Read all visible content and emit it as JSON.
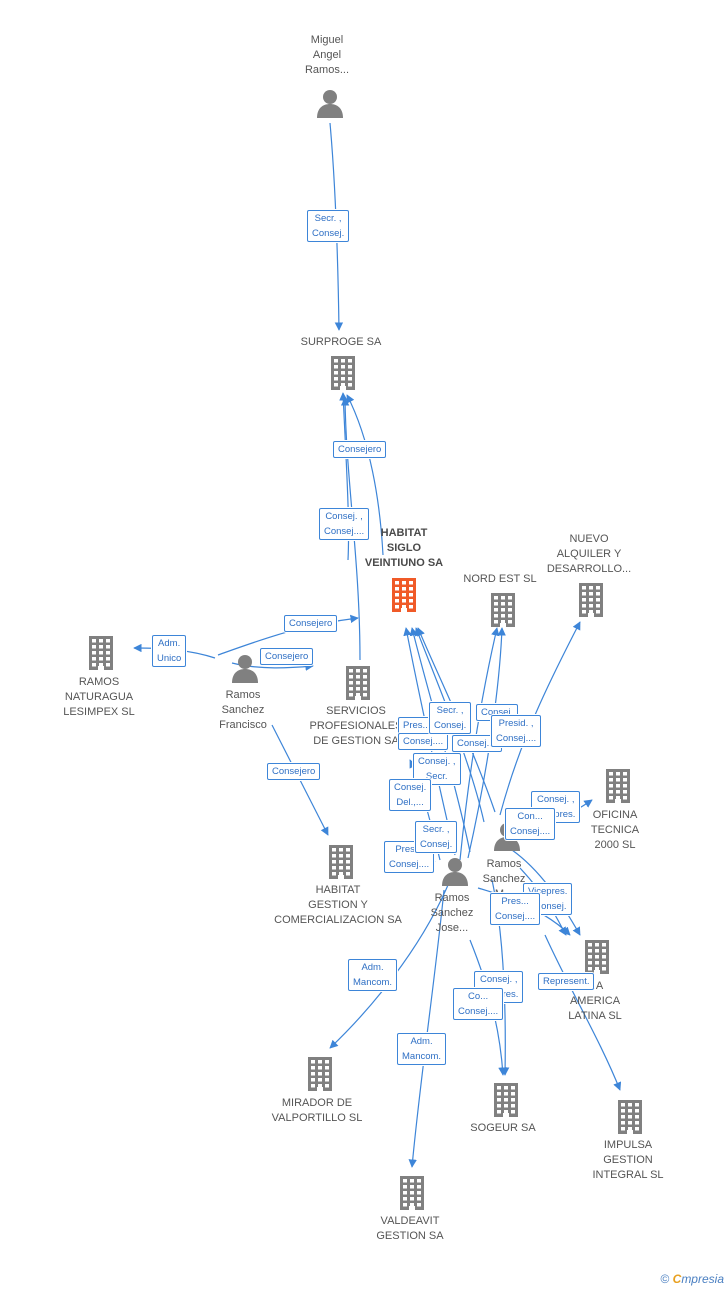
{
  "colors": {
    "edge": "#3d85d8",
    "node_gray": "#808080",
    "node_highlight": "#f05a28"
  },
  "nodes": [
    {
      "id": "miguel",
      "name": "Miguel\nAngel\nRamos...",
      "kind": "person-icon",
      "highlight": false
    },
    {
      "id": "surproge",
      "name": "SURPROGE SA",
      "kind": "building-icon",
      "highlight": false
    },
    {
      "id": "habitat_siglo",
      "name": "HABITAT\nSIGLO\nVEINTIUNO SA",
      "kind": "building-icon",
      "highlight": true
    },
    {
      "id": "nord_est",
      "name": "NORD EST SL",
      "kind": "building-icon",
      "highlight": false
    },
    {
      "id": "nuevo_alquiler",
      "name": "NUEVO\nALQUILER Y\nDESARROLLO...",
      "kind": "building-icon",
      "highlight": false
    },
    {
      "id": "ramos_naturagua",
      "name": "RAMOS\nNATURAGUA\nLESIMPEX SL",
      "kind": "building-icon",
      "highlight": false
    },
    {
      "id": "ramos_francisco",
      "name": "Ramos\nSanchez\nFrancisco",
      "kind": "person-icon",
      "highlight": false
    },
    {
      "id": "servicios_prof",
      "name": "SERVICIOS\nPROFESIONALES\nDE GESTION SA",
      "kind": "building-icon",
      "highlight": false
    },
    {
      "id": "oficina_tecnica",
      "name": "OFICINA\nTECNICA\n2000 SL",
      "kind": "building-icon",
      "highlight": false
    },
    {
      "id": "habitat_gestion",
      "name": "HABITAT\nGESTION Y\nCOMERCIALIZACION SA",
      "kind": "building-icon",
      "highlight": false
    },
    {
      "id": "ramos_m",
      "name": "Ramos\nSanchez\nM...",
      "kind": "person-icon",
      "highlight": false
    },
    {
      "id": "ramos_jose",
      "name": "Ramos\nSanchez\nJose...",
      "kind": "person-icon",
      "highlight": false
    },
    {
      "id": "america_latina",
      "name": "...A\nAMERICA\nLATINA  SL",
      "kind": "building-icon",
      "highlight": false
    },
    {
      "id": "mirador",
      "name": "MIRADOR DE\nVALPORTILLO SL",
      "kind": "building-icon",
      "highlight": false
    },
    {
      "id": "sogeur",
      "name": "SOGEUR SA",
      "kind": "building-icon",
      "highlight": false
    },
    {
      "id": "impulsa",
      "name": "IMPULSA\nGESTION\nINTEGRAL SL",
      "kind": "building-icon",
      "highlight": false
    },
    {
      "id": "valdeavit",
      "name": "VALDEAVIT\nGESTION SA",
      "kind": "building-icon",
      "highlight": false
    }
  ],
  "edge_labels": [
    {
      "id": "e1",
      "text": "Secr. ,\nConsej."
    },
    {
      "id": "e2",
      "text": "Consejero"
    },
    {
      "id": "e3",
      "text": "Consej. ,\nConsej...."
    },
    {
      "id": "e4",
      "text": "Consejero"
    },
    {
      "id": "e5",
      "text": "Consejero"
    },
    {
      "id": "e6",
      "text": "Adm.\nUnico"
    },
    {
      "id": "e7",
      "text": "Consejero"
    },
    {
      "id": "e8",
      "text": "Pres..."
    },
    {
      "id": "e9",
      "text": "Consej...."
    },
    {
      "id": "e10",
      "text": "Secr. ,\nConsej."
    },
    {
      "id": "e11",
      "text": "Consej."
    },
    {
      "id": "e12",
      "text": "Consej...."
    },
    {
      "id": "e13",
      "text": "Presid. ,\nConsej...."
    },
    {
      "id": "e14",
      "text": "Consej. ,\nSecr."
    },
    {
      "id": "e15",
      "text": "Consej.\nDel.,..."
    },
    {
      "id": "e16",
      "text": "Consej. ,\nVicepres."
    },
    {
      "id": "e17",
      "text": "Con...\nConsej...."
    },
    {
      "id": "e18",
      "text": "Pres...\nConsej...."
    },
    {
      "id": "e19",
      "text": "Secr. ,\nConsej."
    },
    {
      "id": "e20",
      "text": "Vicepres.\n, Consej."
    },
    {
      "id": "e21",
      "text": "Pres...\nConsej...."
    },
    {
      "id": "e22",
      "text": "Adm.\nMancom."
    },
    {
      "id": "e23",
      "text": "Consej. ,\nVicepres."
    },
    {
      "id": "e24",
      "text": "Co...\nConsej...."
    },
    {
      "id": "e25",
      "text": "Represent."
    },
    {
      "id": "e26",
      "text": "Adm.\nMancom."
    }
  ],
  "footer": {
    "copyright": "©",
    "brand_first": "C",
    "brand_rest": "mpresia"
  }
}
